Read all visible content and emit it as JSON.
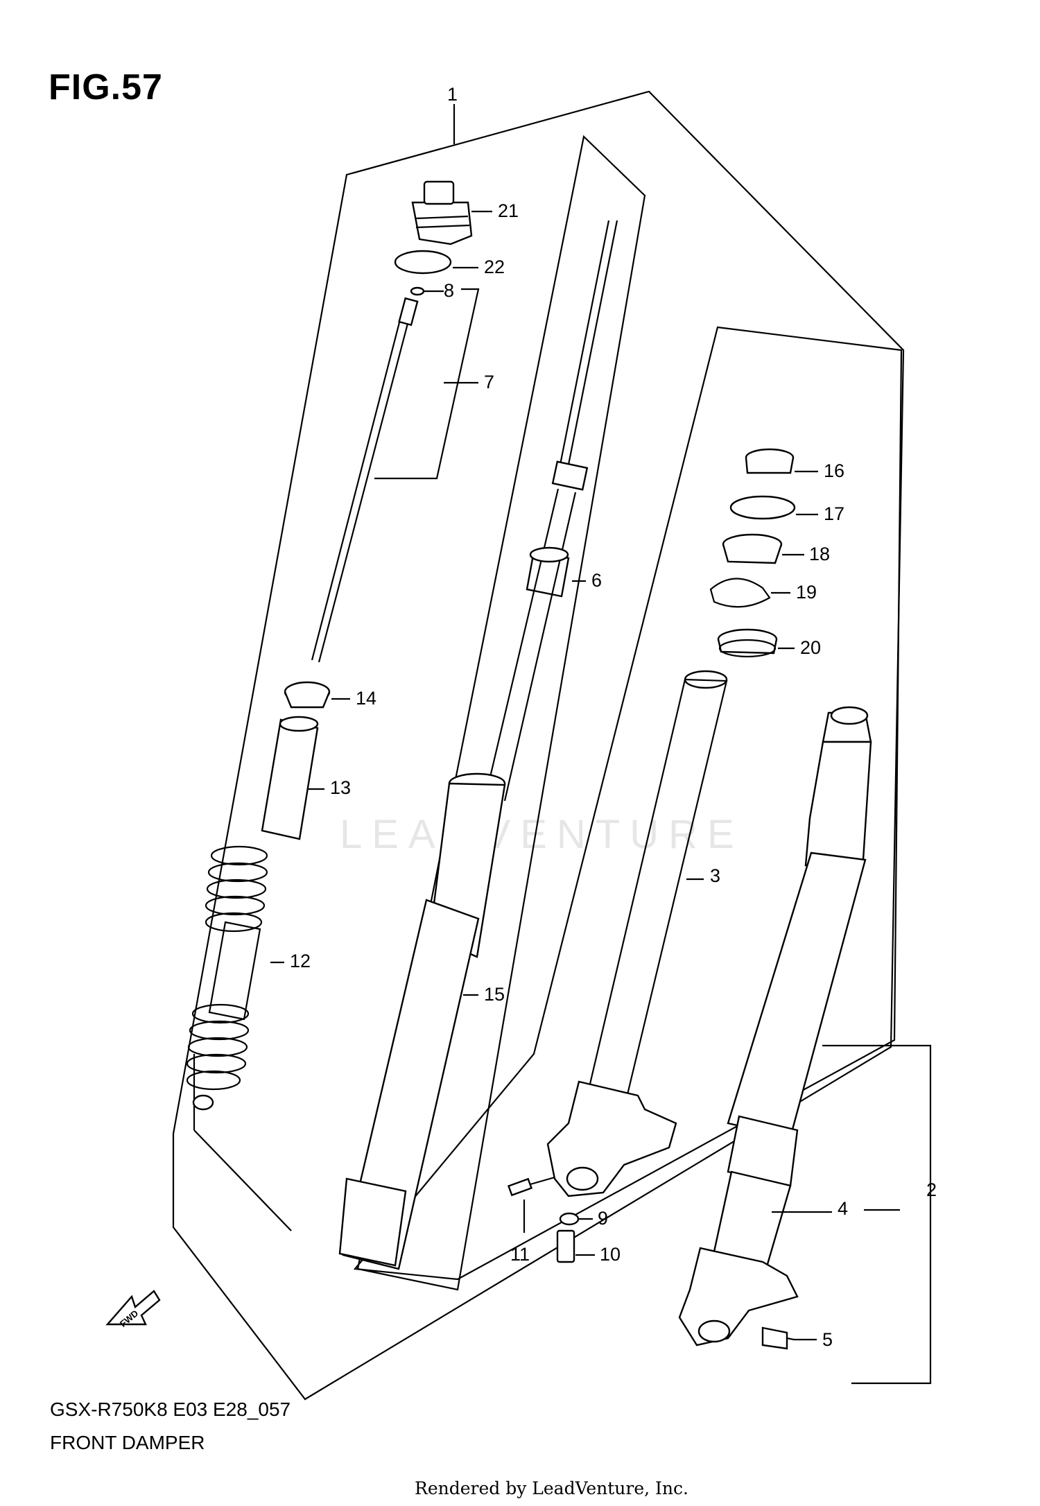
{
  "figure_label": "FIG.57",
  "model_code": "GSX-R750K8 E03 E28_057",
  "assembly_name": "FRONT DAMPER",
  "credit": "Rendered by LeadVenture, Inc.",
  "watermark": "LEADVENTURE",
  "fwd_label": "FWD",
  "callouts": {
    "c1": "1",
    "c2": "2",
    "c3": "3",
    "c4": "4",
    "c5": "5",
    "c6": "6",
    "c7": "7",
    "c8": "8",
    "c9": "9",
    "c10": "10",
    "c11": "11",
    "c12": "12",
    "c13": "13",
    "c14": "14",
    "c15": "15",
    "c16": "16",
    "c17": "17",
    "c18": "18",
    "c19": "19",
    "c20": "20",
    "c21": "21",
    "c22": "22"
  }
}
